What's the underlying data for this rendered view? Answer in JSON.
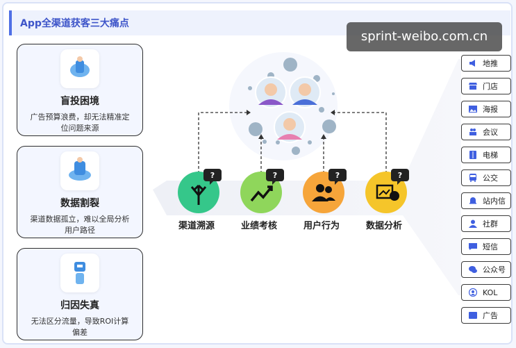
{
  "header": {
    "title": "App全渠道获客三大痛点"
  },
  "watermark": "sprint-weibo.com.cn",
  "pain_points": [
    {
      "title": "盲投困境",
      "desc": "广告预算浪费，却无法精准定位问题来源"
    },
    {
      "title": "数据割裂",
      "desc": "渠道数据孤立，难以全局分析用户路径"
    },
    {
      "title": "归因失真",
      "desc": "无法区分流量，导致ROI计算偏差"
    }
  ],
  "steps": [
    {
      "label": "渠道溯源",
      "color": "#35c78a"
    },
    {
      "label": "业绩考核",
      "color": "#8fd65b"
    },
    {
      "label": "用户行为",
      "color": "#f6a53a"
    },
    {
      "label": "数据分析",
      "color": "#f5c52a"
    }
  ],
  "badge_text": "?",
  "channels": [
    {
      "label": "地推",
      "icon": "megaphone-icon"
    },
    {
      "label": "门店",
      "icon": "store-icon"
    },
    {
      "label": "海报",
      "icon": "image-icon"
    },
    {
      "label": "会议",
      "icon": "people-icon"
    },
    {
      "label": "电梯",
      "icon": "elevator-icon"
    },
    {
      "label": "公交",
      "icon": "bus-icon"
    },
    {
      "label": "站内信",
      "icon": "bell-icon"
    },
    {
      "label": "社群",
      "icon": "user-icon"
    },
    {
      "label": "短信",
      "icon": "message-icon"
    },
    {
      "label": "公众号",
      "icon": "wechat-icon"
    },
    {
      "label": "KOL",
      "icon": "kol-icon"
    },
    {
      "label": "广告",
      "icon": "ad-icon"
    }
  ],
  "colors": {
    "accent": "#3e55c9",
    "channel_icon": "#3f5fe0"
  }
}
